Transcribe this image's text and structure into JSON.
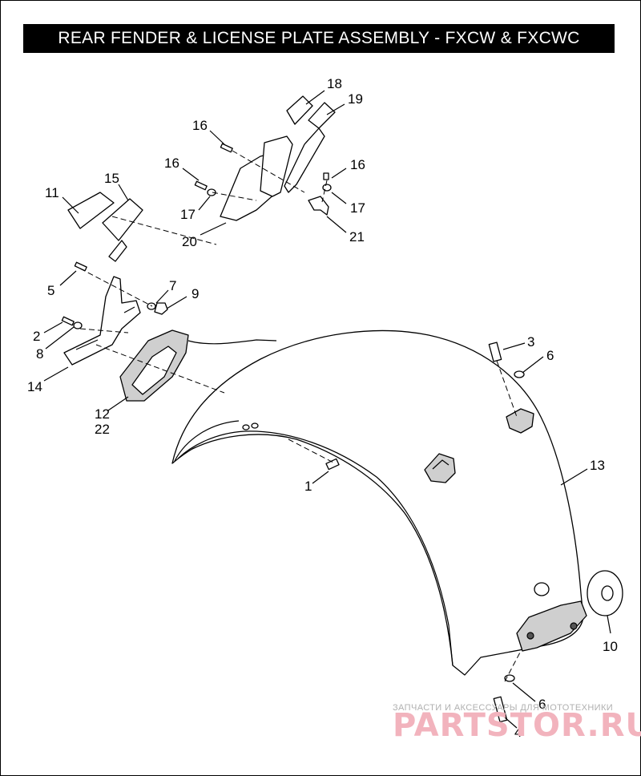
{
  "title": "REAR FENDER & LICENSE PLATE ASSEMBLY - FXCW & FXCWC",
  "callouts": [
    "18",
    "19",
    "16",
    "16",
    "16",
    "17",
    "17",
    "11",
    "15",
    "20",
    "21",
    "5",
    "7",
    "9",
    "2",
    "8",
    "14",
    "12",
    "22",
    "3",
    "6",
    "1",
    "13",
    "10",
    "6",
    "4"
  ],
  "watermark": {
    "tagline": "ЗАПЧАСТИ И АКСЕССУАРЫ ДЛЯ МОТОТЕХНИКИ",
    "brand": "PARTSTOR.RU",
    "brand_color": "#f2b3bd"
  }
}
